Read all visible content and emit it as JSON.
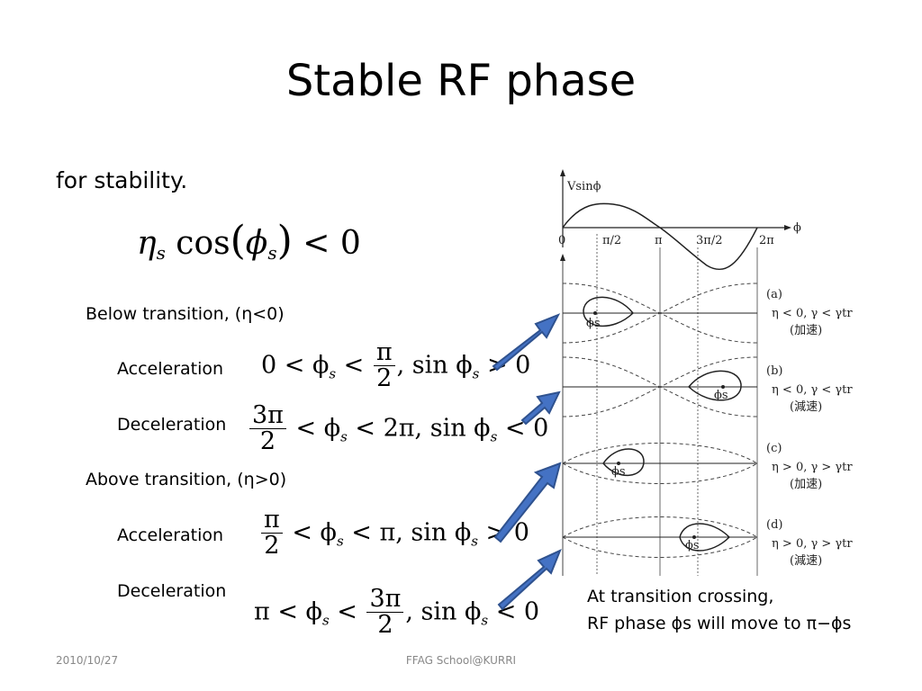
{
  "slide": {
    "title": "Stable RF phase",
    "intro": "for  stability.",
    "stability_condition": {
      "eta": "η",
      "sub": "s",
      "cos": "cos",
      "phi": "ϕ",
      "rel": "< 0"
    },
    "below_transition": "Below transition, (η<0)",
    "above_transition": "Above transition, (η>0)",
    "acceleration_label": "Acceleration",
    "deceleration_label": "Deceleration",
    "footer_date": "2010/10/27",
    "footer_center": "FFAG School@KURRI",
    "note_line1": "At transition crossing,",
    "note_line2": "RF phase ϕs will move to π−ϕs"
  },
  "equations": {
    "below_acc": {
      "left": "0 < ϕ",
      "mid": " < ",
      "frac_num": "π",
      "frac_den": "2",
      "right": ", sin ϕ",
      "end": " > 0"
    },
    "below_dec": {
      "frac_num": "3π",
      "frac_den": "2",
      "left": " < ϕ",
      "right": " < 2π, sin ϕ",
      "end": " < 0"
    },
    "above_acc": {
      "frac_num": "π",
      "frac_den": "2",
      "left": " < ϕ",
      "right": " < π, sin ϕ",
      "end": " > 0"
    },
    "above_dec": {
      "left": "π < ϕ",
      "mid": " < ",
      "frac_num": "3π",
      "frac_den": "2",
      "right": ", sin ϕ",
      "end": " < 0"
    }
  },
  "diagram": {
    "axis_v": "Vsinϕ",
    "axis_phi": "ϕ",
    "ticks": [
      "0",
      "π/2",
      "π",
      "3π/2",
      "2π"
    ],
    "phi_s": "ϕs",
    "panels": [
      {
        "tag": "(a)",
        "cond": "η < 0,  γ < γtr",
        "jp": "(加速)"
      },
      {
        "tag": "(b)",
        "cond": "η < 0,  γ < γtr",
        "jp": "(減速)"
      },
      {
        "tag": "(c)",
        "cond": "η > 0,  γ > γtr",
        "jp": "(加速)"
      },
      {
        "tag": "(d)",
        "cond": "η > 0,  γ > γtr",
        "jp": "(減速)"
      }
    ]
  },
  "colors": {
    "arrow_fill": "#4472c4",
    "arrow_stroke": "#2f528f"
  }
}
